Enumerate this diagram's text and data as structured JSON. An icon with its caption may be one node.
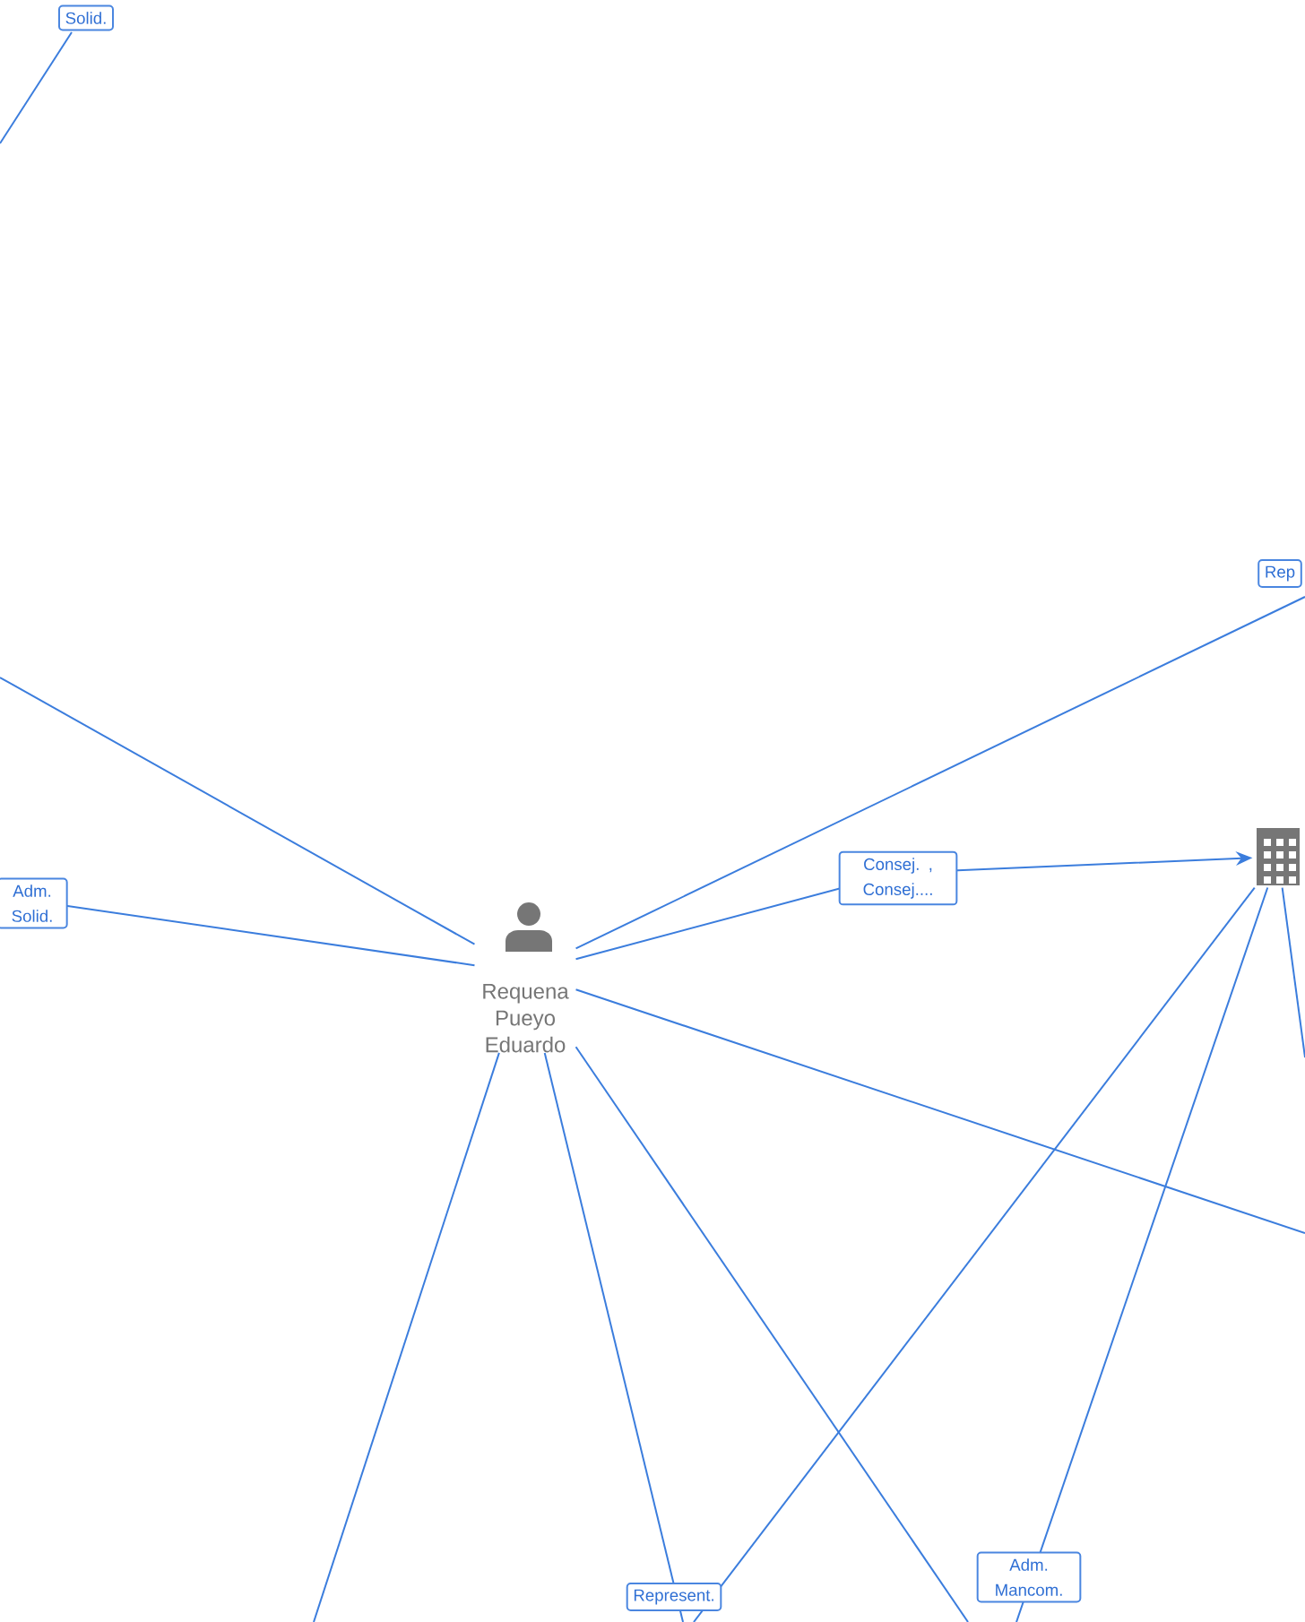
{
  "diagram": {
    "nodes": [
      {
        "text": [
          "Requena Pueyo Eduardo"
        ]
      },
      {
        "text": [],
        "shape": "building"
      }
    ],
    "edges": [
      {
        "from": 0,
        "to": null,
        "arrow": "none"
      },
      {
        "from": null,
        "to": 0,
        "label": "Adm. Solid.",
        "arrow": "none"
      },
      {
        "from": 0,
        "to": 1,
        "label": "Consej. , Consej....",
        "arrow": "to"
      },
      {
        "from": 0,
        "to": null,
        "label": "Rep",
        "arrow": "none"
      },
      {
        "from": 0,
        "to": null,
        "arrow": "none"
      },
      {
        "from": 0,
        "to": null,
        "arrow": "none"
      },
      {
        "from": 0,
        "to": null,
        "label": "Represent.",
        "arrow": "none"
      },
      {
        "from": 0,
        "to": null,
        "arrow": "none"
      },
      {
        "from": 1,
        "to": null,
        "arrow": "none"
      },
      {
        "from": 1,
        "to": null,
        "label": "Adm. Mancom.",
        "arrow": "none"
      },
      {
        "from": 1,
        "to": null,
        "arrow": "none"
      }
    ],
    "labels": [
      "Solid."
    ]
  }
}
